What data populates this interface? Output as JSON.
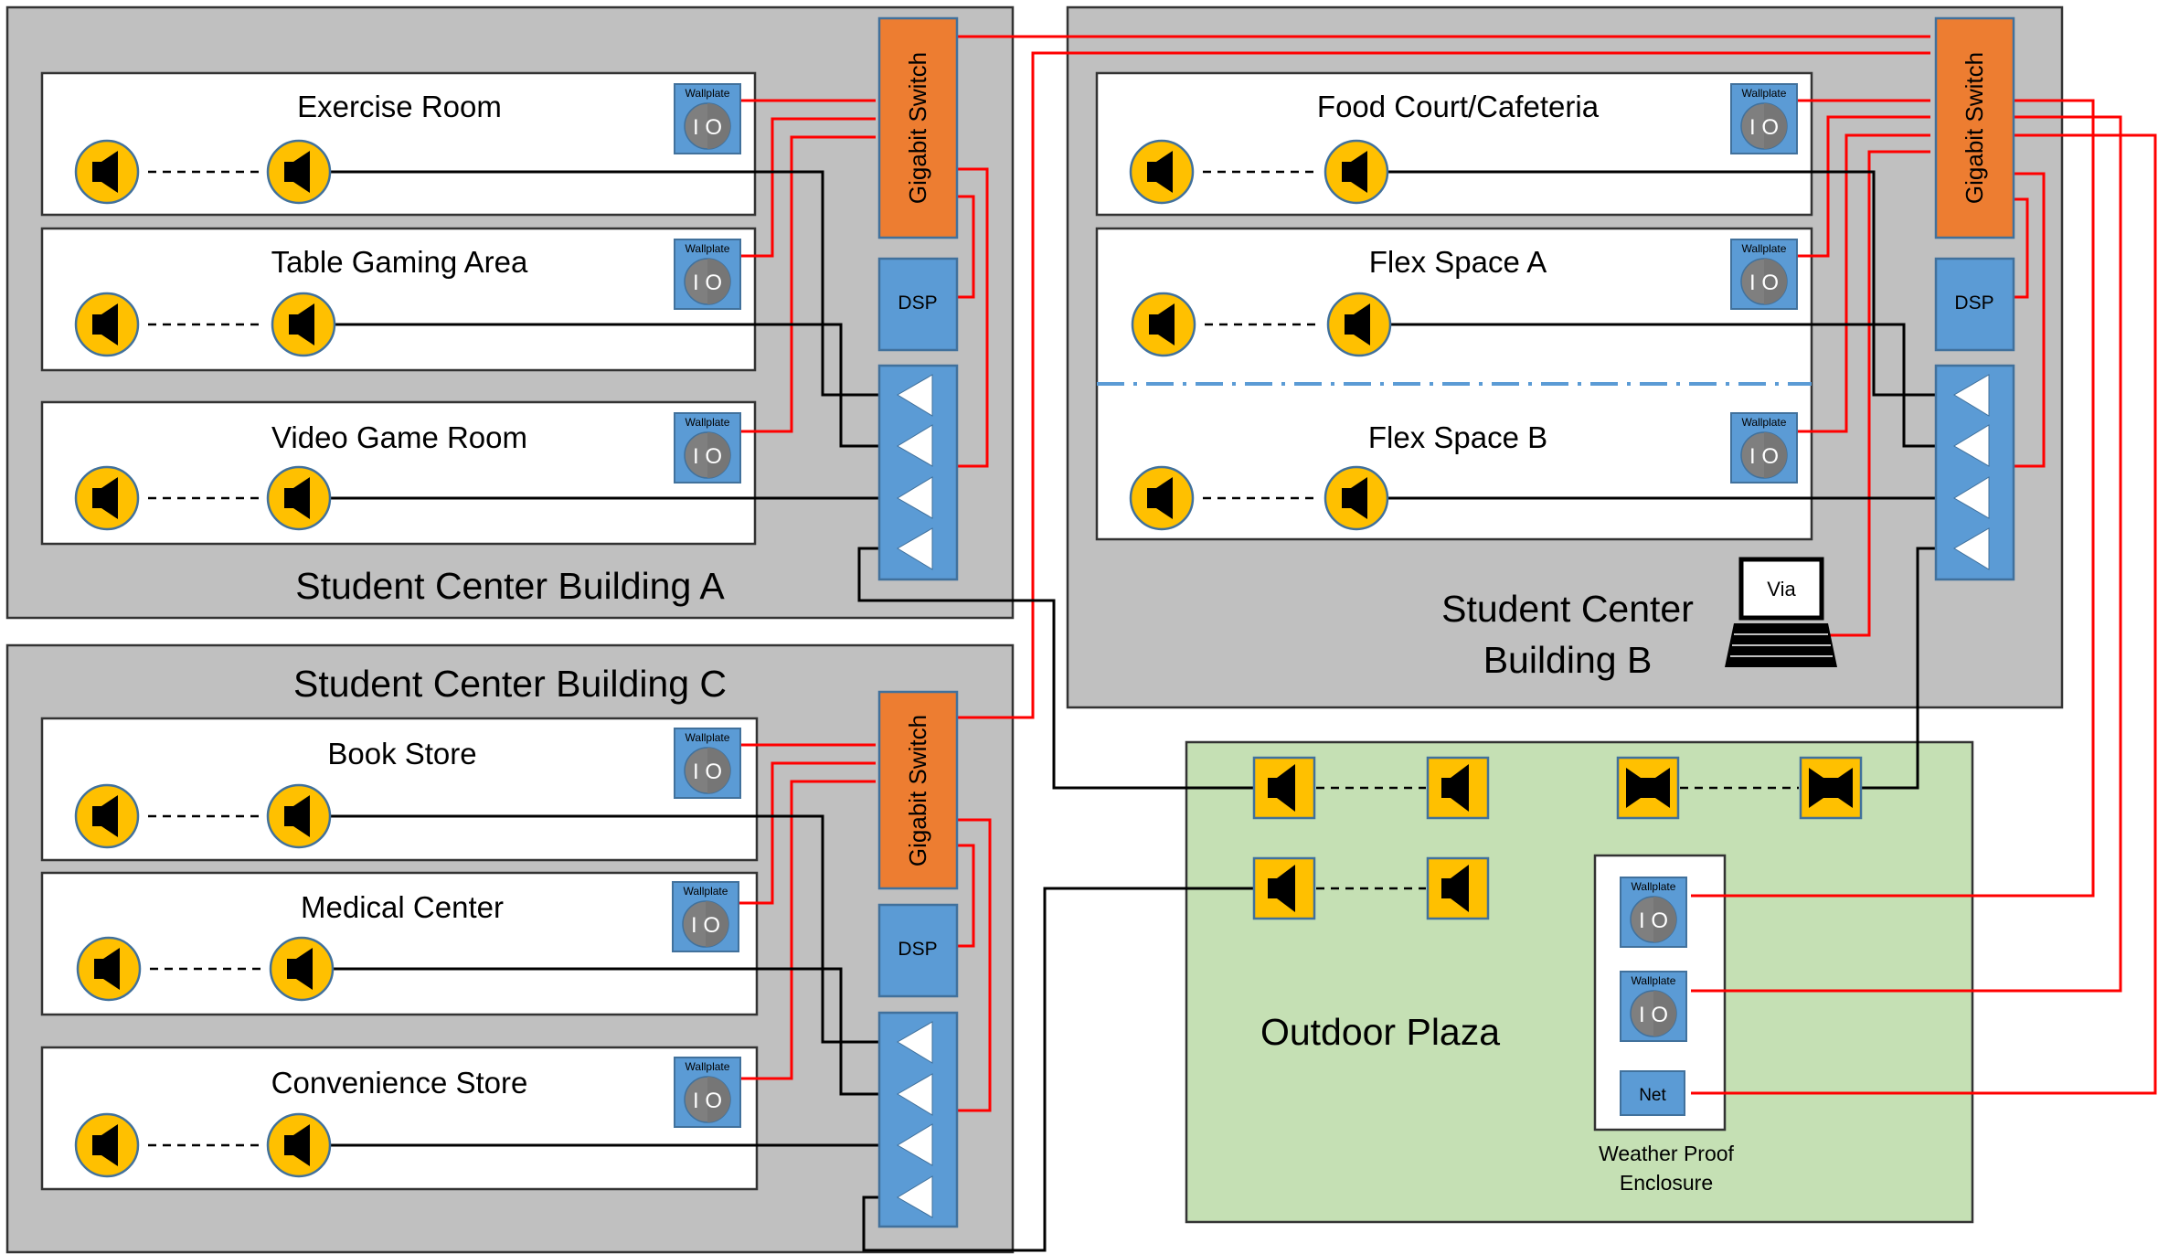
{
  "buildings": {
    "a": {
      "title": "Student Center Building A"
    },
    "b": {
      "title_line1": "Student Center",
      "title_line2": "Building B"
    },
    "c": {
      "title": "Student Center Building C"
    }
  },
  "rooms": {
    "exercise": "Exercise Room",
    "table_gaming": "Table Gaming Area",
    "video_game": "Video Game Room",
    "food_court": "Food Court/Cafeteria",
    "flex_a": "Flex Space A",
    "flex_b": "Flex Space B",
    "book_store": "Book Store",
    "medical": "Medical Center",
    "convenience": "Convenience Store"
  },
  "equipment": {
    "switch_label": "Gigabit Switch",
    "dsp_label": "DSP",
    "wallplate_label": "Wallplate",
    "io_label": "I O",
    "net_label": "Net",
    "laptop_label": "Via"
  },
  "plaza": {
    "title": "Outdoor Plaza",
    "enclosure_line1": "Weather Proof",
    "enclosure_line2": "Enclosure"
  },
  "colors": {
    "building_fill": "#c0c0c0",
    "plaza_fill": "#c5e0b4",
    "switch_fill": "#ed7d31",
    "device_fill": "#5b9bd5",
    "speaker_fill": "#ffc000",
    "network_wire": "#ff0000",
    "audio_wire": "#000000"
  },
  "icons": {
    "speaker": "speaker-icon",
    "amplifier": "amplifier-channel-icon",
    "laptop": "laptop-icon"
  }
}
